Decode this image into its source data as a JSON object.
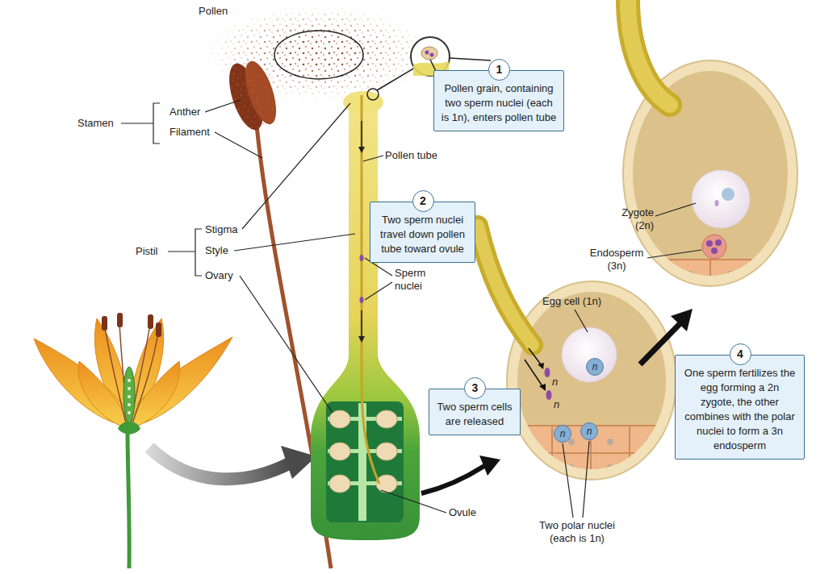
{
  "diagram": {
    "nodes": [
      {
        "text": [
          "Pollen grain, containing two sperm nuclei (each is 1n), enters pollen tube"
        ]
      },
      {
        "text": [
          "1"
        ],
        "in": 0
      },
      {
        "text": [
          "Two sperm nuclei travel down pollen tube toward ovule"
        ]
      },
      {
        "text": [
          "2"
        ],
        "in": 2
      },
      {
        "text": [
          "One sperm fertilizes the egg forming a 2n zygote, the other combines with the polar nuclei to form a 3n endosperm"
        ]
      },
      {
        "text": [
          "4"
        ],
        "in": 4
      },
      {
        "text": [
          "n"
        ]
      },
      {
        "text": [
          "Two sperm cells are released"
        ]
      },
      {
        "text": [
          "3"
        ],
        "in": 7
      },
      {
        "text": [
          "n"
        ]
      },
      {
        "text": [
          "n"
        ]
      }
    ],
    "labels": [
      "Pollen",
      "Stamen",
      "Anther",
      "Filament",
      "Pistil",
      "Stigma",
      "Style",
      "Ovary",
      "Pollen tube",
      "Sperm nuclei",
      "Ovule",
      "Egg cell (1n)",
      "n",
      "n",
      "Two polar nuclei (each is 1n)",
      "Zygote (2n)",
      "Endosperm (3n)"
    ]
  }
}
